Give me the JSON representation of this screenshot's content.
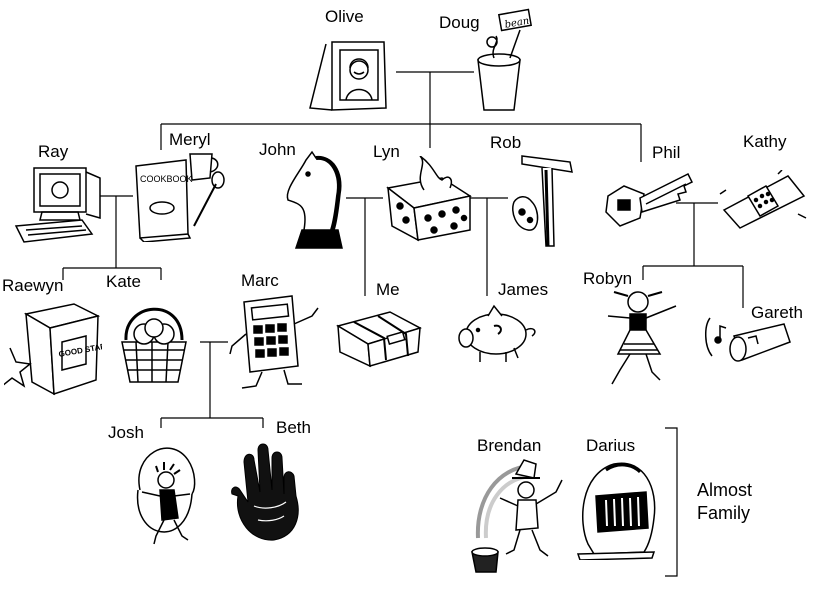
{
  "people": {
    "olive": "Olive",
    "doug": "Doug",
    "ray": "Ray",
    "meryl": "Meryl",
    "john": "John",
    "lyn": "Lyn",
    "rob": "Rob",
    "phil": "Phil",
    "kathy": "Kathy",
    "raewyn": "Raewyn",
    "kate": "Kate",
    "marc": "Marc",
    "me": "Me",
    "james": "James",
    "robyn": "Robyn",
    "gareth": "Gareth",
    "josh": "Josh",
    "beth": "Beth",
    "brendan": "Brendan",
    "darius": "Darius"
  },
  "almost_family": {
    "line1": "Almost",
    "line2": "Family"
  },
  "icons": {
    "olive": "picture-frame-icon",
    "doug": "bean-plant-pot-icon",
    "ray": "computer-icon",
    "meryl": "cookbook-icon",
    "john": "chess-knight-icon",
    "lyn": "tissue-box-icon",
    "rob": "hammer-rock-icon",
    "phil": "key-icon",
    "kathy": "bandage-icon",
    "raewyn": "cereal-box-icon",
    "kate": "basket-icon",
    "marc": "calculator-icon",
    "me": "parcel-icon",
    "james": "piggy-bank-icon",
    "robyn": "dancing-girl-icon",
    "gareth": "whistle-icon",
    "josh": "skipping-boy-icon",
    "beth": "handprint-icon",
    "brendan": "leprechaun-icon",
    "darius": "knight-helmet-icon"
  },
  "icon_text": {
    "bean_sign": "bean",
    "cookbook": "COOKBOOK",
    "cereal_box": "GOOD STARS"
  }
}
